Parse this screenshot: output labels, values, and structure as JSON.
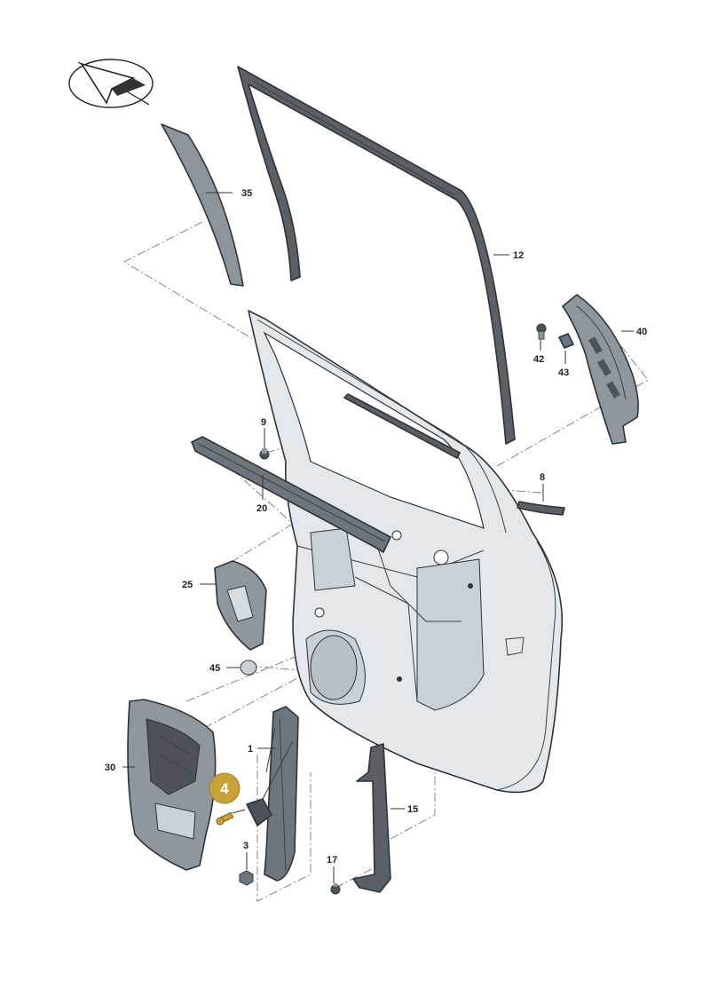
{
  "logo": {
    "icon": "direction-arrow-logo"
  },
  "highlight": {
    "label": "4",
    "color": "#c9a13a"
  },
  "colors": {
    "panel": "#e3e8ec",
    "panel_shade": "#c9d0d6",
    "dark_part": "#4c5258",
    "mid_part": "#8f979e",
    "outline": "#2f3338"
  },
  "callouts": [
    {
      "id": "35",
      "label": "35"
    },
    {
      "id": "12",
      "label": "12"
    },
    {
      "id": "40",
      "label": "40"
    },
    {
      "id": "42",
      "label": "42"
    },
    {
      "id": "43",
      "label": "43"
    },
    {
      "id": "9",
      "label": "9"
    },
    {
      "id": "20",
      "label": "20"
    },
    {
      "id": "8",
      "label": "8"
    },
    {
      "id": "25",
      "label": "25"
    },
    {
      "id": "45",
      "label": "45"
    },
    {
      "id": "1",
      "label": "1"
    },
    {
      "id": "30",
      "label": "30"
    },
    {
      "id": "15",
      "label": "15"
    },
    {
      "id": "3",
      "label": "3"
    },
    {
      "id": "17",
      "label": "17"
    }
  ]
}
